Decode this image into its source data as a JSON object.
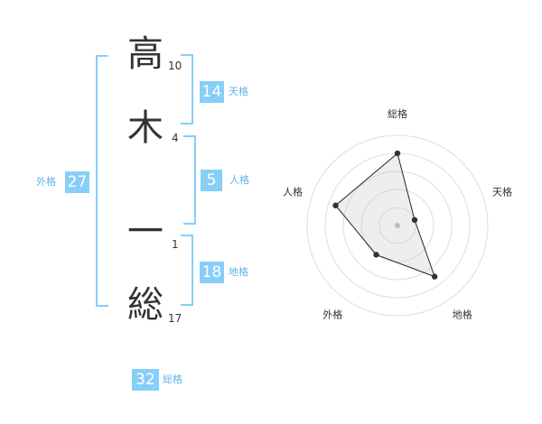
{
  "name": {
    "chars": [
      {
        "char": "高",
        "strokes": "10"
      },
      {
        "char": "木",
        "strokes": "4"
      },
      {
        "char": "一",
        "strokes": "1"
      },
      {
        "char": "総",
        "strokes": "17"
      }
    ]
  },
  "kaku": {
    "tenkaku": {
      "value": "14",
      "label": "天格"
    },
    "jinkaku": {
      "value": "5",
      "label": "人格"
    },
    "chikaku": {
      "value": "18",
      "label": "地格"
    },
    "gaikaku": {
      "value": "27",
      "label": "外格"
    },
    "soukaku": {
      "value": "32",
      "label": "総格"
    }
  },
  "colors": {
    "accent": "#87cef8",
    "label": "#5fb2e4",
    "text": "#333333"
  },
  "chart_data": {
    "type": "radar",
    "axes": [
      "総格",
      "天格",
      "地格",
      "外格",
      "人格"
    ],
    "values": [
      4,
      1,
      3.5,
      2,
      3.6
    ],
    "max": 5,
    "rings": 5
  }
}
